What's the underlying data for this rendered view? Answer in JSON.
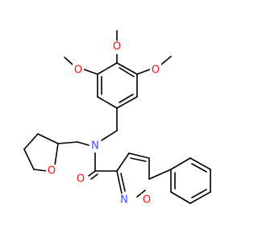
{
  "structure": {
    "atoms": [
      {
        "id": "o-meo-left",
        "label": "O",
        "color": "#ff0d0d"
      },
      {
        "id": "o-meo-top",
        "label": "O",
        "color": "#ff0d0d"
      },
      {
        "id": "o-meo-right",
        "label": "O",
        "color": "#ff0d0d"
      },
      {
        "id": "n-amide",
        "label": "N",
        "color": "#3050f8"
      },
      {
        "id": "o-thf",
        "label": "O",
        "color": "#ff0d0d"
      },
      {
        "id": "o-carbonyl",
        "label": "O",
        "color": "#ff0d0d"
      },
      {
        "id": "n-isoxazole",
        "label": "N",
        "color": "#3050f8"
      },
      {
        "id": "o-isoxazole",
        "label": "O",
        "color": "#ff0d0d"
      }
    ],
    "bond_color": "#000000"
  }
}
